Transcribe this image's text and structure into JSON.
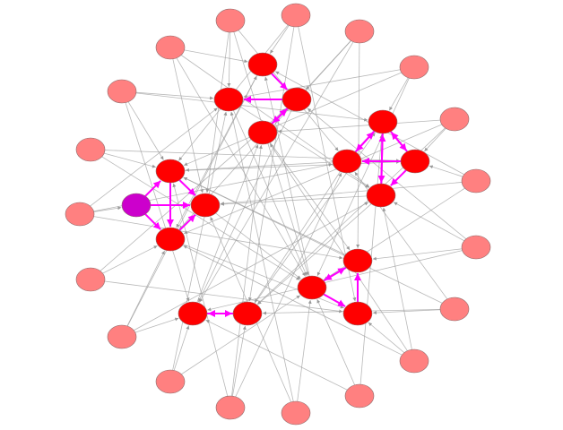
{
  "colors": {
    "outer_node": "#ff8080",
    "inner_node": "#ff0000",
    "highlight_node": "#cc00cc",
    "node_stroke": "#8a6a6a",
    "cluster_edge": "#ff00ff",
    "gray_edge": "#9a9a9a"
  },
  "nodes": {
    "outer": [
      "o0",
      "o1",
      "o2",
      "o3",
      "o4",
      "o5",
      "o6",
      "o7",
      "o8",
      "o9",
      "o10",
      "o11",
      "o12",
      "o13",
      "o14",
      "o15",
      "o16",
      "o17",
      "o18"
    ],
    "inner": [
      "a0",
      "a1",
      "a2",
      "a3",
      "b0",
      "b1",
      "b2",
      "b3",
      "c1",
      "c2",
      "c3",
      "d0",
      "d1",
      "d2",
      "e0",
      "e1"
    ],
    "highlight": [
      "c0"
    ]
  },
  "cluster_edges": [
    [
      "a0",
      "a2"
    ],
    [
      "a2",
      "a1"
    ],
    [
      "a2",
      "a3"
    ],
    [
      "a3",
      "a2"
    ],
    [
      "b0",
      "b1"
    ],
    [
      "b1",
      "b0"
    ],
    [
      "b0",
      "b2"
    ],
    [
      "b2",
      "b0"
    ],
    [
      "b0",
      "b3"
    ],
    [
      "b3",
      "b0"
    ],
    [
      "b2",
      "b1"
    ],
    [
      "b2",
      "b3"
    ],
    [
      "c0",
      "c1"
    ],
    [
      "c0",
      "c2"
    ],
    [
      "c0",
      "c3"
    ],
    [
      "c1",
      "c3"
    ],
    [
      "c3",
      "c2"
    ],
    [
      "c1",
      "c2"
    ],
    [
      "d1",
      "d0"
    ],
    [
      "d0",
      "d1"
    ],
    [
      "d1",
      "d2"
    ],
    [
      "d2",
      "d0"
    ],
    [
      "e0",
      "e1"
    ],
    [
      "e1",
      "e0"
    ]
  ],
  "gray_edges": [
    [
      "o0",
      "a1"
    ],
    [
      "o0",
      "b1"
    ],
    [
      "o0",
      "d1"
    ],
    [
      "o0",
      "c2"
    ],
    [
      "o1",
      "a0"
    ],
    [
      "o1",
      "e1"
    ],
    [
      "o1",
      "c1"
    ],
    [
      "o1",
      "d2"
    ],
    [
      "o2",
      "a2"
    ],
    [
      "o2",
      "d0"
    ],
    [
      "o2",
      "c3"
    ],
    [
      "o2",
      "e0"
    ],
    [
      "o3",
      "b0"
    ],
    [
      "o3",
      "a1"
    ],
    [
      "o3",
      "c1"
    ],
    [
      "o3",
      "d1"
    ],
    [
      "o4",
      "b2"
    ],
    [
      "o4",
      "e1"
    ],
    [
      "o4",
      "a3"
    ],
    [
      "o4",
      "c3"
    ],
    [
      "o5",
      "b2"
    ],
    [
      "o5",
      "d1"
    ],
    [
      "o5",
      "c2"
    ],
    [
      "o5",
      "a0"
    ],
    [
      "o6",
      "d0"
    ],
    [
      "o6",
      "b3"
    ],
    [
      "o6",
      "e0"
    ],
    [
      "o6",
      "a2"
    ],
    [
      "o7",
      "d2"
    ],
    [
      "o7",
      "c1"
    ],
    [
      "o7",
      "b1"
    ],
    [
      "o7",
      "e1"
    ],
    [
      "o8",
      "d2"
    ],
    [
      "o8",
      "a3"
    ],
    [
      "o8",
      "c3"
    ],
    [
      "o8",
      "b3"
    ],
    [
      "o9",
      "d1"
    ],
    [
      "o9",
      "b0"
    ],
    [
      "o9",
      "e0"
    ],
    [
      "o10",
      "d1"
    ],
    [
      "o10",
      "a1"
    ],
    [
      "o10",
      "c2"
    ],
    [
      "o11",
      "e1"
    ],
    [
      "o11",
      "a3"
    ],
    [
      "o11",
      "b1"
    ],
    [
      "o11",
      "c1"
    ],
    [
      "o12",
      "e0"
    ],
    [
      "o12",
      "d1"
    ],
    [
      "o12",
      "a1"
    ],
    [
      "o13",
      "c3"
    ],
    [
      "o13",
      "e0"
    ],
    [
      "o13",
      "b3"
    ],
    [
      "o13",
      "a0"
    ],
    [
      "o14",
      "c3"
    ],
    [
      "o14",
      "a2"
    ],
    [
      "o14",
      "d2"
    ],
    [
      "o15",
      "c0"
    ],
    [
      "o15",
      "b1"
    ],
    [
      "o15",
      "d0"
    ],
    [
      "o15",
      "a1"
    ],
    [
      "o16",
      "c1"
    ],
    [
      "o16",
      "d1"
    ],
    [
      "o16",
      "b2"
    ],
    [
      "o17",
      "c1"
    ],
    [
      "o17",
      "a1"
    ],
    [
      "o17",
      "e0"
    ],
    [
      "o17",
      "b0"
    ],
    [
      "o18",
      "a0"
    ],
    [
      "o18",
      "b3"
    ],
    [
      "o18",
      "c2"
    ],
    [
      "o18",
      "d1"
    ],
    [
      "a1",
      "d1"
    ],
    [
      "a3",
      "d0"
    ],
    [
      "a0",
      "c3"
    ],
    [
      "b1",
      "e1"
    ],
    [
      "b3",
      "c2"
    ],
    [
      "c2",
      "d1"
    ],
    [
      "c3",
      "d2"
    ],
    [
      "e1",
      "b0"
    ],
    [
      "a2",
      "e0"
    ],
    [
      "b1",
      "c1"
    ],
    [
      "d1",
      "a0"
    ],
    [
      "c1",
      "b2"
    ],
    [
      "e0",
      "a3"
    ],
    [
      "d0",
      "c1"
    ],
    [
      "b3",
      "e1"
    ],
    [
      "a1",
      "b3"
    ]
  ]
}
